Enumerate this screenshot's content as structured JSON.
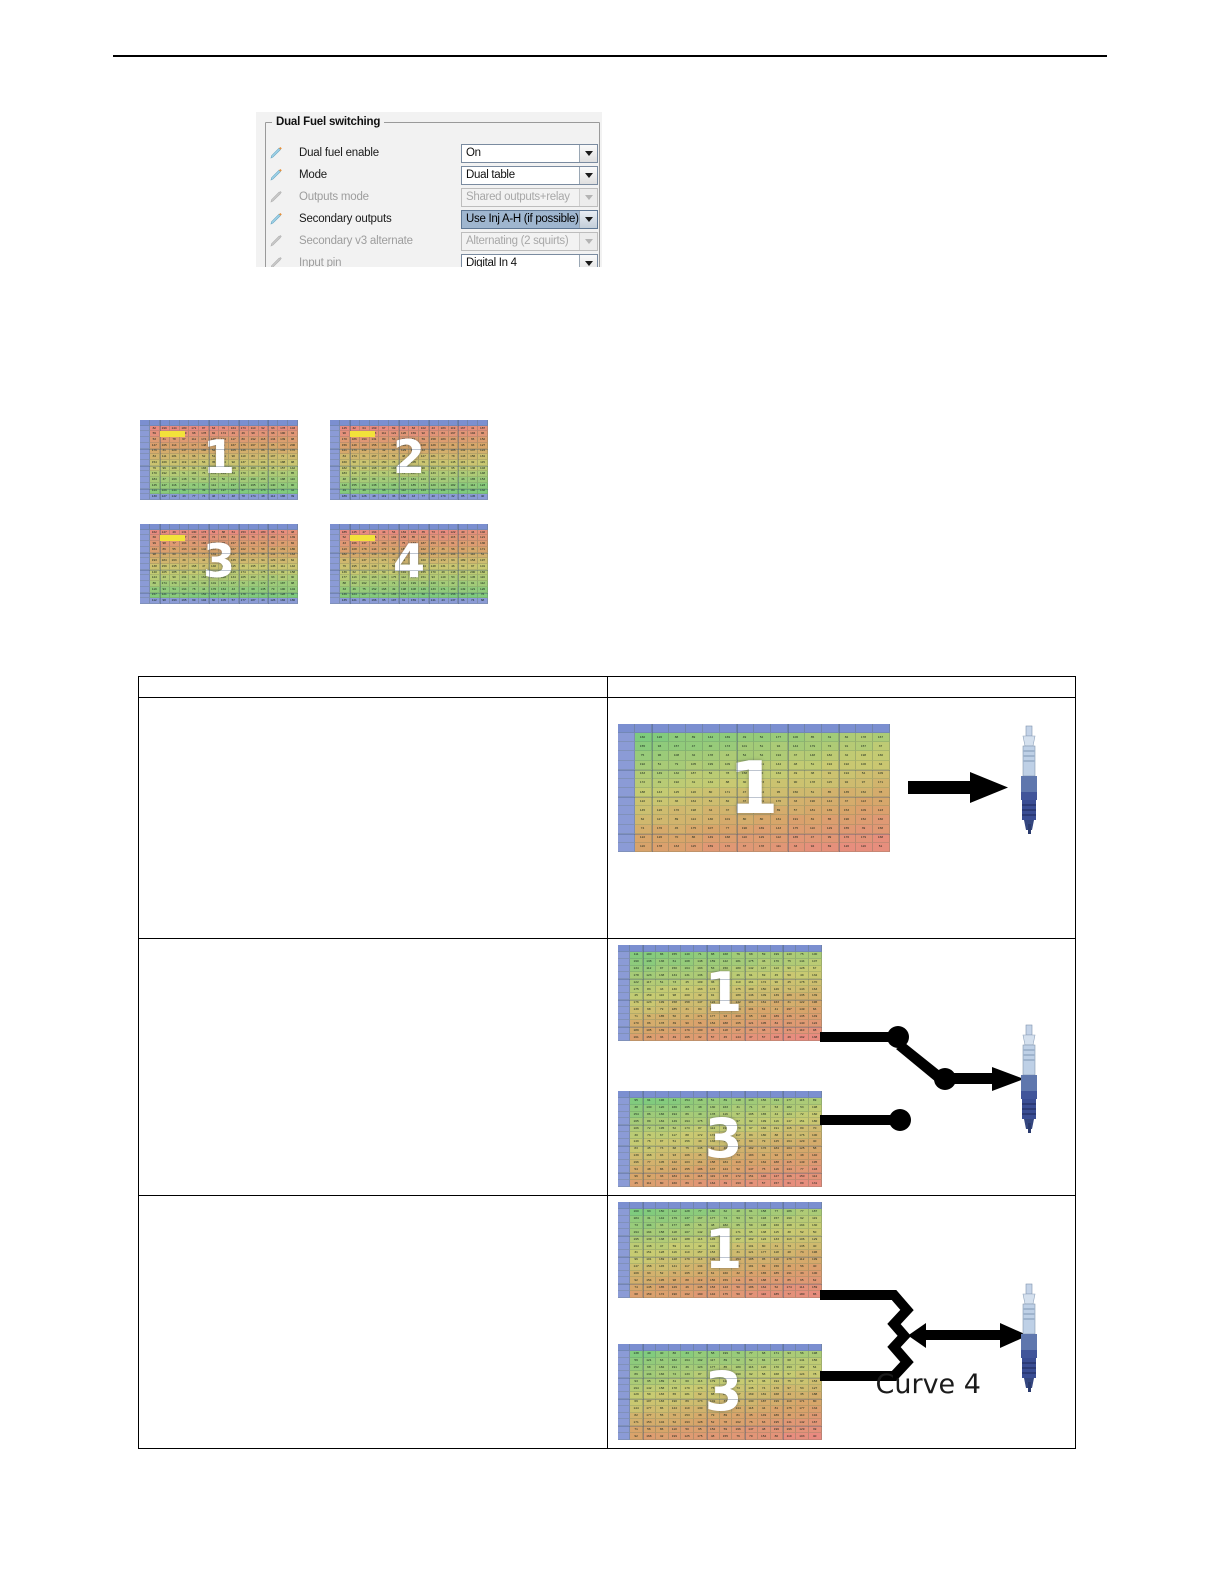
{
  "page": {
    "background": "#ffffff",
    "rule_color": "#000000"
  },
  "dialog": {
    "title": "Dual Fuel switching",
    "accent_selected": "#9fb6cf",
    "border_color": "#9a9a9a",
    "rows": [
      {
        "label": "Dual fuel enable",
        "value": "On",
        "enabled": true,
        "selected": false,
        "icon": "pencil-icon"
      },
      {
        "label": "Mode",
        "value": "Dual table",
        "enabled": true,
        "selected": false,
        "icon": "pencil-icon"
      },
      {
        "label": "Outputs mode",
        "value": "Shared outputs+relay",
        "enabled": false,
        "selected": false,
        "icon": "pencil-icon"
      },
      {
        "label": "Secondary outputs",
        "value": "Use Inj A-H (if possible)",
        "enabled": true,
        "selected": true,
        "icon": "pencil-icon"
      },
      {
        "label": "Secondary v3 alternate",
        "value": "Alternating (2 squirts)",
        "enabled": false,
        "selected": false,
        "icon": "pencil-icon"
      },
      {
        "label": "Input pin",
        "value": "Digital In 4",
        "enabled": false,
        "selected": false,
        "icon": "pencil-icon"
      }
    ]
  },
  "thumbnails": {
    "caption": "",
    "items": [
      {
        "number": "1"
      },
      {
        "number": "2"
      },
      {
        "number": "3"
      },
      {
        "number": "4"
      }
    ]
  },
  "main_table": {
    "header": {
      "left": "",
      "right": ""
    },
    "rows": [
      {
        "left_text": "",
        "diagram": {
          "kind": "single-table-arrow",
          "tables": [
            {
              "number": "1"
            }
          ],
          "label": "",
          "output_icon": "spark-plug-icon"
        }
      },
      {
        "left_text": "",
        "diagram": {
          "kind": "switch",
          "tables": [
            {
              "number": "1"
            },
            {
              "number": "3"
            }
          ],
          "label": "",
          "output_icon": "spark-plug-icon"
        }
      },
      {
        "left_text": "",
        "diagram": {
          "kind": "blend",
          "tables": [
            {
              "number": "1"
            },
            {
              "number": "3"
            }
          ],
          "label": "Curve 4",
          "output_icon": "spark-plug-icon"
        }
      }
    ]
  },
  "ve_table": {
    "description": "VE / fuel table thumbnail with colour gradient and overlaid index number",
    "colors": {
      "header_row": "#7b8fd0",
      "left_column": "#8b9bd6",
      "green": "#7ecb7e",
      "olive": "#c8cb72",
      "orange": "#d8a46a",
      "red": "#e98a80"
    },
    "grid": {
      "columns": 16,
      "rows": 14
    }
  }
}
